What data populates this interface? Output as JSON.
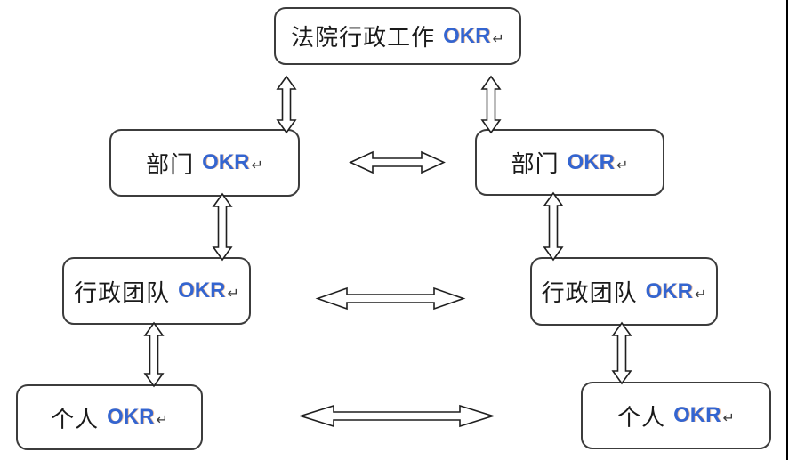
{
  "colors": {
    "background": "#ffffff",
    "box_border": "#3c3c3c",
    "cn_text": "#1a1a1a",
    "okr_text": "#3465d0",
    "paragraph_mark": "#3a3a3a",
    "arrow_outline": "#1f1f1f",
    "arrow_fill": "#ffffff",
    "right_rule": "#000000"
  },
  "nodes": {
    "root": {
      "cn": "法院行政工作",
      "en": "OKR",
      "mark": "↵"
    },
    "dept_left": {
      "cn": "部门",
      "en": "OKR",
      "mark": "↵"
    },
    "dept_right": {
      "cn": "部门",
      "en": "OKR",
      "mark": "↵"
    },
    "team_left": {
      "cn": "行政团队",
      "en": "OKR",
      "mark": "↵"
    },
    "team_right": {
      "cn": "行政团队",
      "en": "OKR",
      "mark": "↵"
    },
    "person_left": {
      "cn": "个人",
      "en": "OKR",
      "mark": "↵"
    },
    "person_right": {
      "cn": "个人",
      "en": "OKR",
      "mark": "↵"
    }
  }
}
